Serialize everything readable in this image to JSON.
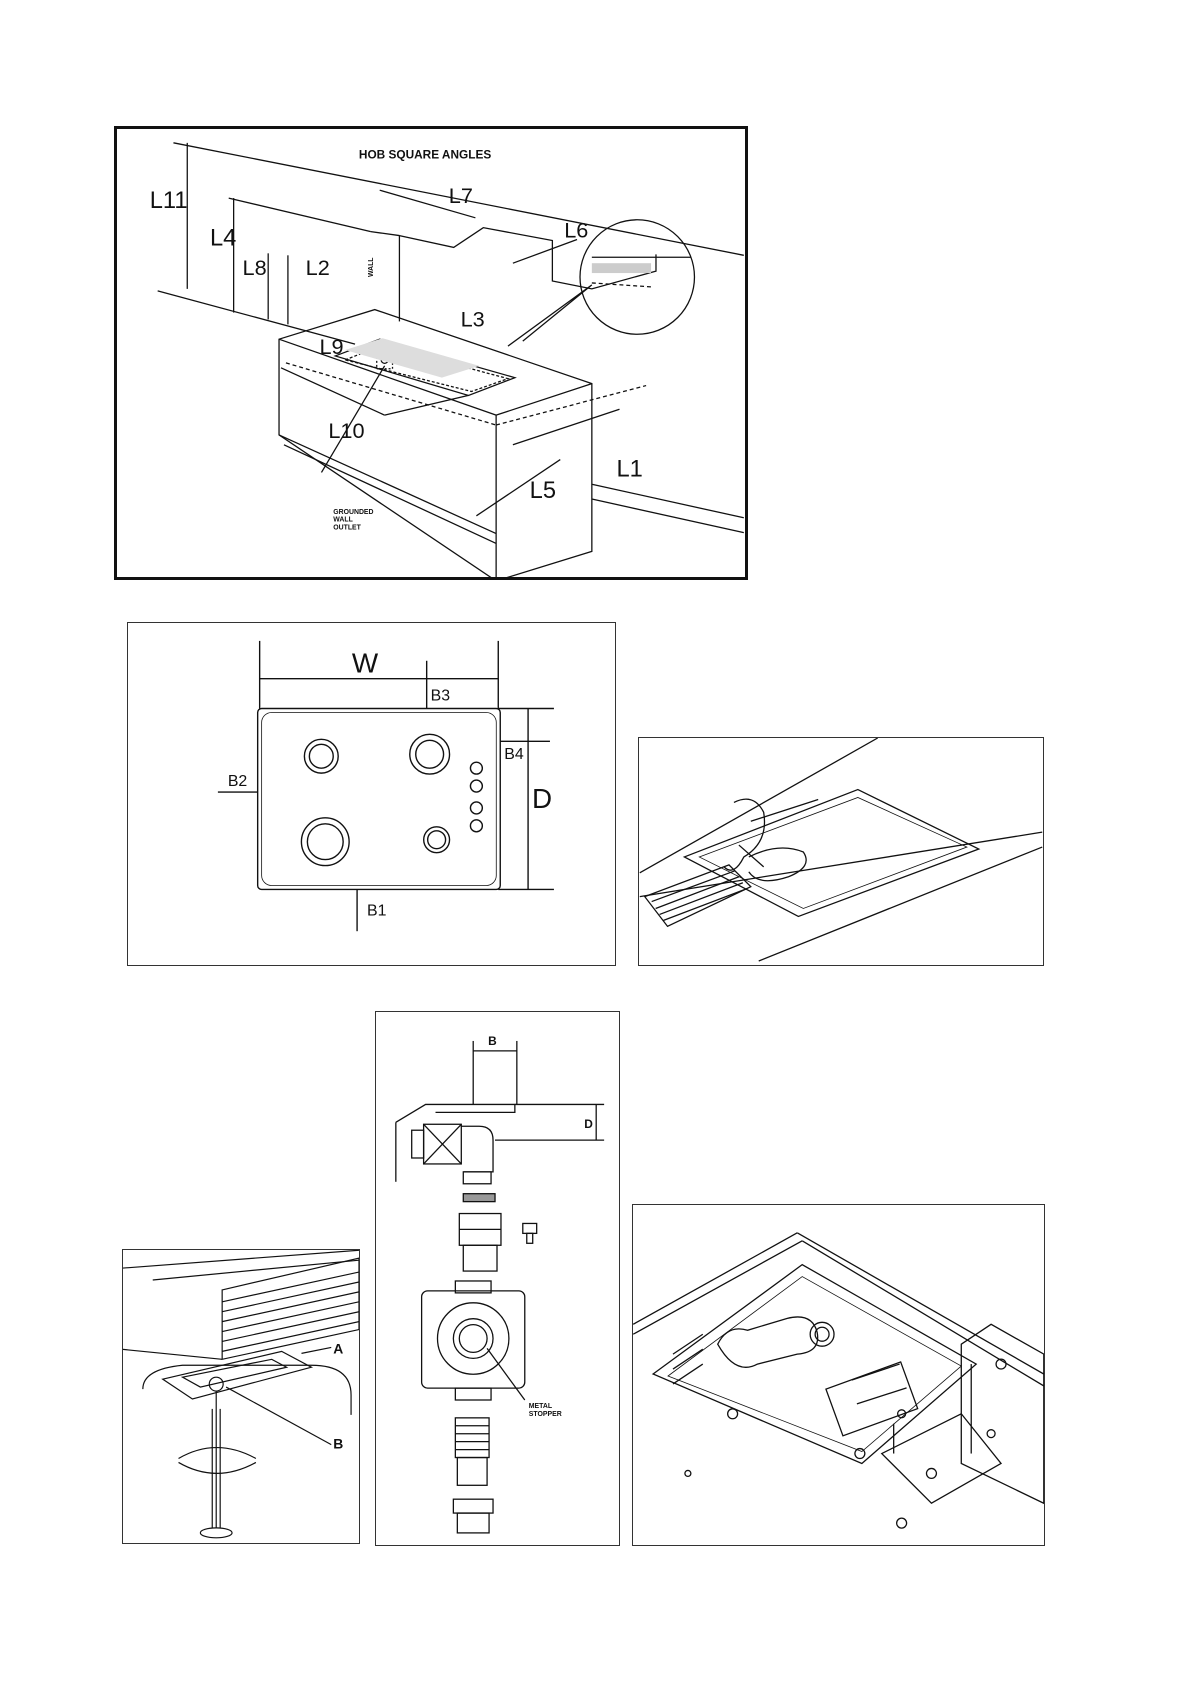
{
  "hob_square_angles": {
    "title": "HOB SQUARE ANGLES",
    "labels": {
      "l1": "L1",
      "l2": "L2",
      "l3": "L3",
      "l4": "L4",
      "l5": "L5",
      "l6": "L6",
      "l7": "L7",
      "l8": "L8",
      "l9": "L9",
      "l10": "L10",
      "l11": "L11",
      "wall": "WALL",
      "outlet_1": "GROUNDED",
      "outlet_2": "WALL",
      "outlet_3": "OUTLET"
    }
  },
  "hob_top_view": {
    "labels": {
      "w": "W",
      "d": "D",
      "b1": "B1",
      "b2": "B2",
      "b3": "B3",
      "b4": "B4"
    }
  },
  "gas_connection": {
    "labels": {
      "b": "B",
      "d": "D",
      "stopper_1": "METAL",
      "stopper_2": "STOPPER"
    }
  },
  "fixing_bracket": {
    "labels": {
      "a": "A",
      "b": "B"
    }
  }
}
